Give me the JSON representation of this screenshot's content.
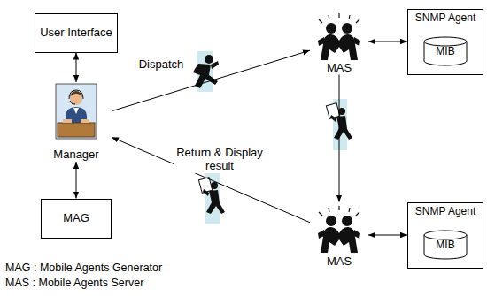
{
  "diagram": {
    "nodes": [
      {
        "text": [
          "User Interface"
        ]
      },
      {
        "text": [
          "Manager"
        ]
      },
      {
        "text": [
          "MAG"
        ]
      },
      {
        "text": [
          "MAS"
        ]
      },
      {
        "text": [
          "SNMP Agent"
        ]
      },
      {
        "text": [
          "MIB"
        ],
        "in": 4
      },
      {
        "text": [
          "MAS"
        ]
      },
      {
        "text": [
          "SNMP Agent"
        ]
      },
      {
        "text": [
          "MIB"
        ],
        "in": 7
      }
    ],
    "edges": [
      {
        "from": 0,
        "to": 1,
        "arrow": "both"
      },
      {
        "from": 1,
        "to": 2,
        "arrow": "both"
      },
      {
        "from": 1,
        "to": 3,
        "label": "Dispatch",
        "arrow": "to"
      },
      {
        "from": 3,
        "to": 4,
        "arrow": "both"
      },
      {
        "from": 3,
        "to": 6,
        "arrow": "to"
      },
      {
        "from": 6,
        "to": 7,
        "arrow": "both"
      },
      {
        "from": 6,
        "to": 1,
        "label": "Return & Display result",
        "arrow": "to"
      }
    ],
    "labels": [
      "MAG : Mobile Agents Generator",
      "MAS : Mobile Agents Server"
    ]
  }
}
